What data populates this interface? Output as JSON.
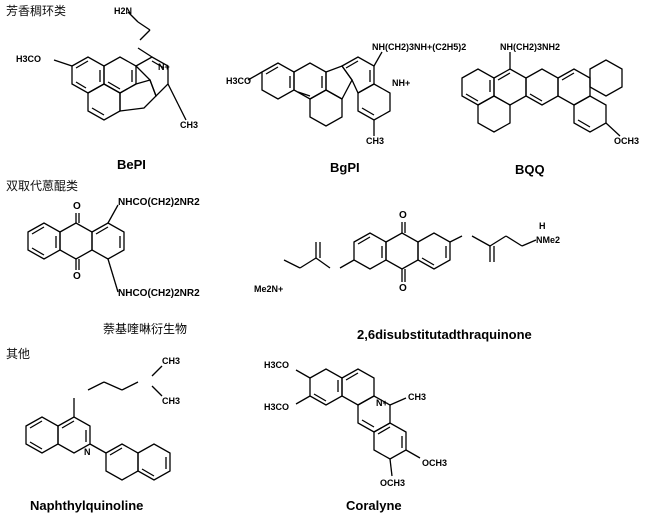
{
  "categories": {
    "row1": "芳香稠环类",
    "row2": "双取代蒽醌类",
    "row3": "其他"
  },
  "captions": {
    "bepi": "BePI",
    "bgpi": "BgPI",
    "bqq": "BQQ",
    "naphthylquinazoline": "萘基喹啉衍生物",
    "disub": "2,6disubstitutadthraquinone",
    "naphthylquinoline": "Naphthylquinoline",
    "coralyne": "Coralyne"
  },
  "atom_labels": {
    "h2n": "H2N",
    "nh": "N",
    "n_plus": "N+",
    "h3co": "H3CO",
    "hn": "N",
    "ch3": "CH3",
    "bgpi_chain": "NH(CH2)3NH+(C2H5)2",
    "nh_plus": "NH+",
    "h3c_o": "H3CO",
    "bqq_chain": "NH(CH2)3NH2",
    "och3": "OCH3",
    "nhco1": "NHCO(CH2)2NR2",
    "o": "O",
    "me2n": "Me2N+",
    "h": "H",
    "nme2": "NMe2",
    "hn2": "N",
    "n": "N"
  }
}
